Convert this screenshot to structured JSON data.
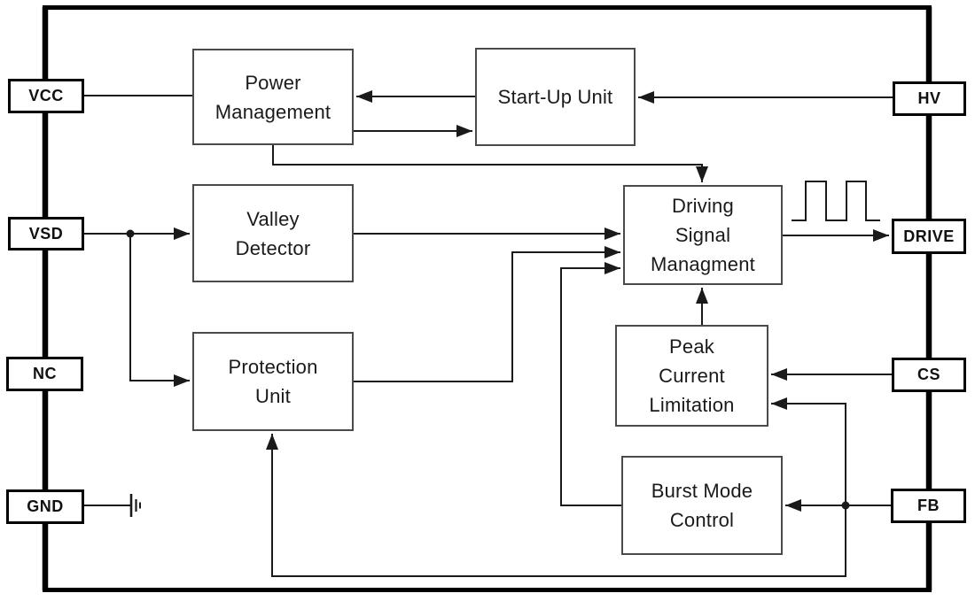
{
  "pins_left": [
    {
      "id": "vcc",
      "label": "VCC"
    },
    {
      "id": "vsd",
      "label": "VSD"
    },
    {
      "id": "nc",
      "label": "NC"
    },
    {
      "id": "gnd",
      "label": "GND"
    }
  ],
  "pins_right": [
    {
      "id": "hv",
      "label": "HV"
    },
    {
      "id": "drive",
      "label": "DRIVE"
    },
    {
      "id": "cs",
      "label": "CS"
    },
    {
      "id": "fb",
      "label": "FB"
    }
  ],
  "blocks": [
    {
      "id": "power-management",
      "label": "Power\nManagement"
    },
    {
      "id": "start-up-unit",
      "label": "Start-Up Unit"
    },
    {
      "id": "valley-detector",
      "label": "Valley\nDetector"
    },
    {
      "id": "driving-signal-managment",
      "label": "Driving\nSignal\nManagment"
    },
    {
      "id": "protection-unit",
      "label": "Protection\nUnit"
    },
    {
      "id": "peak-current-limitation",
      "label": "Peak\nCurrent\nLimitation"
    },
    {
      "id": "burst-mode-control",
      "label": "Burst Mode\nControl"
    }
  ],
  "icons": {
    "drive_waveform": "square-pulse-waveform",
    "gnd_symbol": "earth-ground"
  },
  "connections": [
    {
      "from": "VCC",
      "to": "Power Management",
      "arrow": false
    },
    {
      "from": "Start-Up Unit",
      "to": "Power Management",
      "arrow": true
    },
    {
      "from": "Power Management",
      "to": "Start-Up Unit",
      "arrow": true
    },
    {
      "from": "HV",
      "to": "Start-Up Unit",
      "arrow": true
    },
    {
      "from": "Power Management",
      "to": "Driving Signal Managment",
      "arrow": true
    },
    {
      "from": "VSD",
      "to": "Valley Detector",
      "arrow": true
    },
    {
      "from": "VSD",
      "to": "Protection Unit",
      "arrow": true
    },
    {
      "from": "Valley Detector",
      "to": "Driving Signal Managment",
      "arrow": true
    },
    {
      "from": "Protection Unit",
      "to": "Driving Signal Managment",
      "arrow": true
    },
    {
      "from": "Burst Mode Control",
      "to": "Driving Signal Managment",
      "arrow": true
    },
    {
      "from": "Peak Current Limitation",
      "to": "Driving Signal Managment",
      "arrow": true
    },
    {
      "from": "Driving Signal Managment",
      "to": "DRIVE",
      "arrow": true
    },
    {
      "from": "CS",
      "to": "Peak Current Limitation",
      "arrow": true
    },
    {
      "from": "FB",
      "to": "Burst Mode Control",
      "arrow": true
    },
    {
      "from": "FB",
      "to": "Peak Current Limitation",
      "arrow": true
    },
    {
      "from": "FB",
      "to": "Protection Unit",
      "arrow": true
    },
    {
      "from": "GND",
      "to": "earth-ground",
      "arrow": false
    }
  ],
  "colors": {
    "background": "#ffffff",
    "chip_border": "#000000",
    "block_border": "#4a4a4a",
    "pin_border": "#000000",
    "wire": "#1a1a1a"
  }
}
